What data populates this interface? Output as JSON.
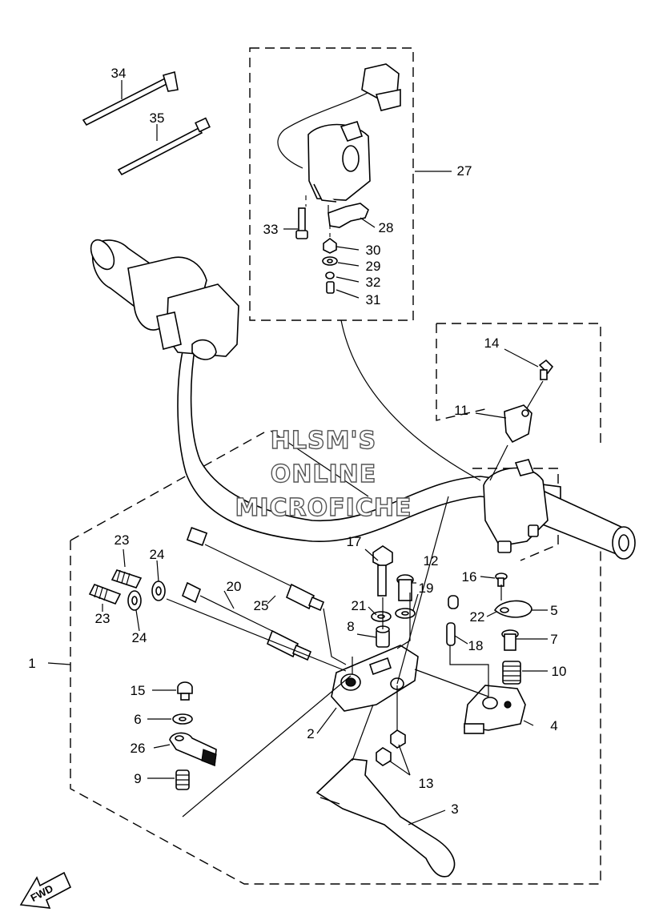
{
  "watermark": {
    "line1": "HLSM'S",
    "line2": "ONLINE",
    "line3": "MICROFICHE"
  },
  "direction_badge": "FWD",
  "callouts": {
    "p1": "1",
    "p2": "2",
    "p3": "3",
    "p4": "4",
    "p5": "5",
    "p6": "6",
    "p7": "7",
    "p8": "8",
    "p9": "9",
    "p10": "10",
    "p11": "11",
    "p12": "12",
    "p13": "13",
    "p14": "14",
    "p15": "15",
    "p16": "16",
    "p17": "17",
    "p18": "18",
    "p19": "19",
    "p20": "20",
    "p21": "21",
    "p22": "22",
    "p23a": "23",
    "p23b": "23",
    "p24a": "24",
    "p24b": "24",
    "p25": "25",
    "p26": "26",
    "p27": "27",
    "p28": "28",
    "p29": "29",
    "p30": "30",
    "p31": "31",
    "p32": "32",
    "p33": "33",
    "p34": "34",
    "p35": "35"
  }
}
